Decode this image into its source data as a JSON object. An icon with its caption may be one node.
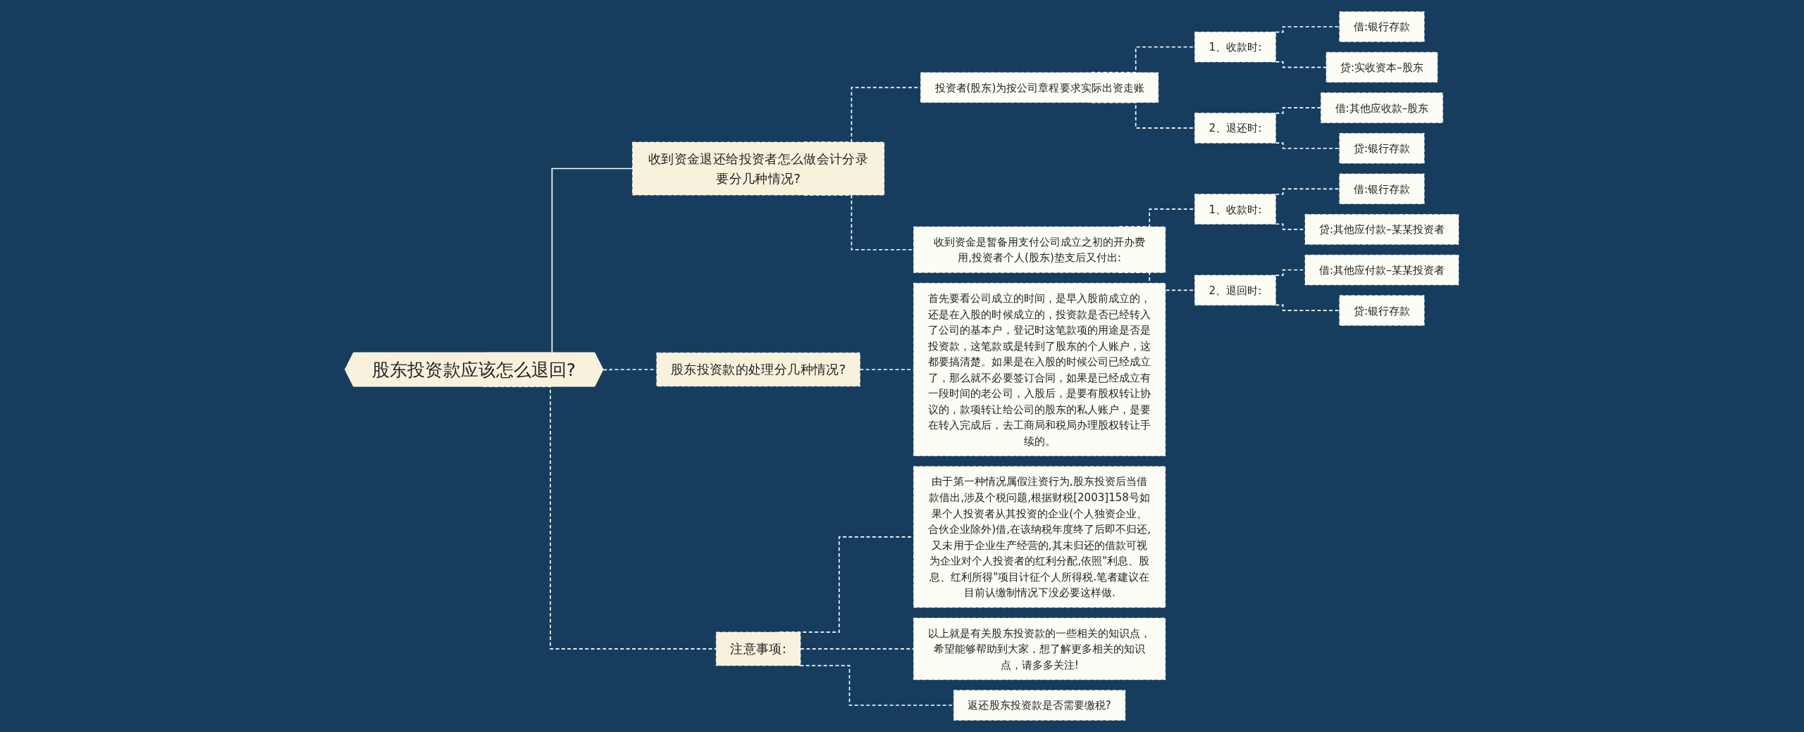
{
  "diagram": {
    "nodes": [
      {
        "text": [
          "股东投资款应该怎么退回?"
        ]
      },
      {
        "text": [
          "收到资金退还给投资者怎么做会计分录要分几种情况?"
        ]
      },
      {
        "text": [
          "投资者(股东)为按公司章程要求实际出资走账"
        ]
      },
      {
        "text": [
          "1、收款时:"
        ]
      },
      {
        "text": [
          "借:银行存款"
        ]
      },
      {
        "text": [
          "贷:实收资本–股东"
        ]
      },
      {
        "text": [
          "2、退还时:"
        ]
      },
      {
        "text": [
          "借:其他应收款–股东"
        ]
      },
      {
        "text": [
          "贷:银行存款"
        ]
      },
      {
        "text": [
          "收到资金是暂备用支付公司成立之初的开办费用,投资者个人(股东)垫支后又付出:"
        ]
      },
      {
        "text": [
          "1、收款时:"
        ]
      },
      {
        "text": [
          "借:银行存款"
        ]
      },
      {
        "text": [
          "贷:其他应付款–某某投资者"
        ]
      },
      {
        "text": [
          "2、退回时:"
        ]
      },
      {
        "text": [
          "借:其他应付款–某某投资者"
        ]
      },
      {
        "text": [
          "贷:银行存款"
        ]
      },
      {
        "text": [
          "股东投资款的处理分几种情况?"
        ]
      },
      {
        "text": [
          "首先要看公司成立的时间，是早入股前成立的，还是在入股的时候成立的，投资款是否已经转入了公司的基本户，登记时这笔款项的用途是否是投资款，这笔款或是转到了股东的个人账户，这都要搞清楚。如果是在入股的时候公司已经成立了，那么就不必要签订合同，如果是已经成立有一段时间的老公司，入股后，是要有股权转让协议的，款项转让给公司的股东的私人账户，是要在转入完成后，去工商局和税局办理股权转让手续的。"
        ]
      },
      {
        "text": [
          "注意事项:"
        ]
      },
      {
        "text": [
          "由于第一种情况属假注资行为,股东投资后当借款借出,涉及个税问题,根据财税[2003]158号如果个人投资者从其投资的企业(个人独资企业、合伙企业除外)借,在该纳税年度终了后即不归还,又未用于企业生产经营的,其未归还的借款可视为企业对个人投资者的红利分配,依照\"利息、股息、红利所得\"项目计征个人所得税.笔者建议在目前认缴制情况下没必要这样做."
        ]
      },
      {
        "text": [
          "以上就是有关股东投资款的一些相关的知识点，希望能够帮助到大家，想了解更多相关的知识点，请多多关注!"
        ]
      },
      {
        "text": [
          "返还股东投资款是否需要缴税?"
        ]
      }
    ],
    "edges": [
      {
        "from": 0,
        "to": 1,
        "arrow": "none"
      },
      {
        "from": 1,
        "to": 2,
        "arrow": "none",
        "style": "dashed"
      },
      {
        "from": 2,
        "to": 3,
        "arrow": "none",
        "style": "dashed"
      },
      {
        "from": 3,
        "to": 4,
        "arrow": "none",
        "style": "dashed"
      },
      {
        "from": 3,
        "to": 5,
        "arrow": "none",
        "style": "dashed"
      },
      {
        "from": 2,
        "to": 6,
        "arrow": "none",
        "style": "dashed"
      },
      {
        "from": 6,
        "to": 7,
        "arrow": "none",
        "style": "dashed"
      },
      {
        "from": 6,
        "to": 8,
        "arrow": "none",
        "style": "dashed"
      },
      {
        "from": 1,
        "to": 9,
        "arrow": "none",
        "style": "dashed"
      },
      {
        "from": 9,
        "to": 10,
        "arrow": "none",
        "style": "dashed"
      },
      {
        "from": 10,
        "to": 11,
        "arrow": "none",
        "style": "dashed"
      },
      {
        "from": 10,
        "to": 12,
        "arrow": "none",
        "style": "dashed"
      },
      {
        "from": 9,
        "to": 13,
        "arrow": "none",
        "style": "dashed"
      },
      {
        "from": 13,
        "to": 14,
        "arrow": "none",
        "style": "dashed"
      },
      {
        "from": 13,
        "to": 15,
        "arrow": "none",
        "style": "dashed"
      },
      {
        "from": 0,
        "to": 16,
        "arrow": "none",
        "style": "dashed"
      },
      {
        "from": 16,
        "to": 17,
        "arrow": "none",
        "style": "dashed"
      },
      {
        "from": 0,
        "to": 18,
        "arrow": "none",
        "style": "dashed"
      },
      {
        "from": 18,
        "to": 19,
        "arrow": "none",
        "style": "dashed"
      },
      {
        "from": 18,
        "to": 20,
        "arrow": "none",
        "style": "dashed"
      },
      {
        "from": 18,
        "to": 21,
        "arrow": "none",
        "style": "dashed"
      }
    ]
  }
}
